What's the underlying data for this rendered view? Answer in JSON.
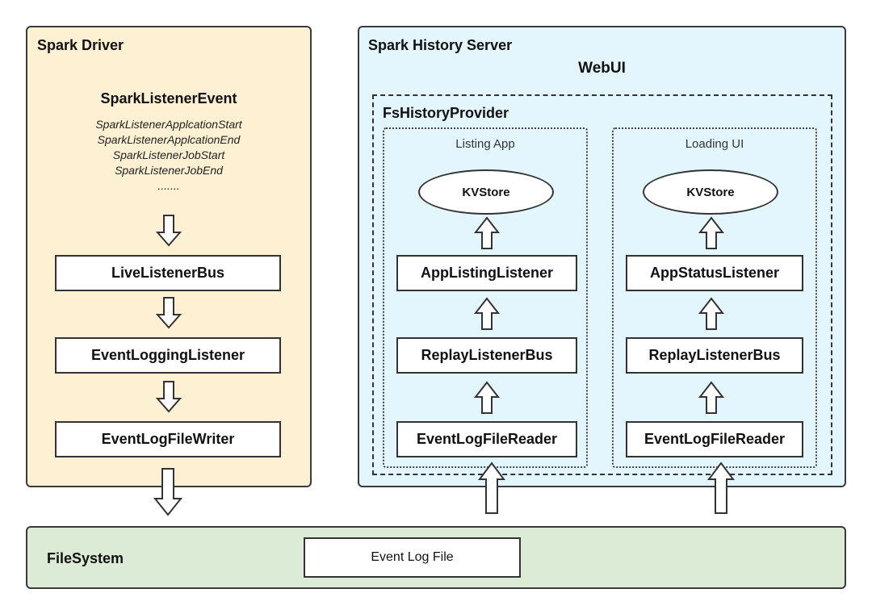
{
  "driver": {
    "title": "Spark Driver",
    "event_title": "SparkListenerEvent",
    "events": [
      "SparkListenerApplcationStart",
      "SparkListenerApplcationEnd",
      "SparkListenerJobStart",
      "SparkListenerJobEnd",
      "......."
    ],
    "boxes": [
      "LiveListenerBus",
      "EventLoggingListener",
      "EventLogFileWriter"
    ]
  },
  "history": {
    "title": "Spark History Server",
    "webui": "WebUI",
    "provider": "FsHistoryProvider",
    "listing": {
      "title": "Listing App",
      "store": "KVStore",
      "boxes": [
        "AppListingListener",
        "ReplayListenerBus",
        "EventLogFileReader"
      ]
    },
    "loading": {
      "title": "Loading UI",
      "store": "KVStore",
      "boxes": [
        "AppStatusListener",
        "ReplayListenerBus",
        "EventLogFileReader"
      ]
    }
  },
  "filesystem": {
    "title": "FileSystem",
    "file": "Event Log File"
  },
  "colors": {
    "driver_bg": "#fdf0d3",
    "history_bg": "#e3f6fd",
    "filesystem_bg": "#dcebd6"
  }
}
